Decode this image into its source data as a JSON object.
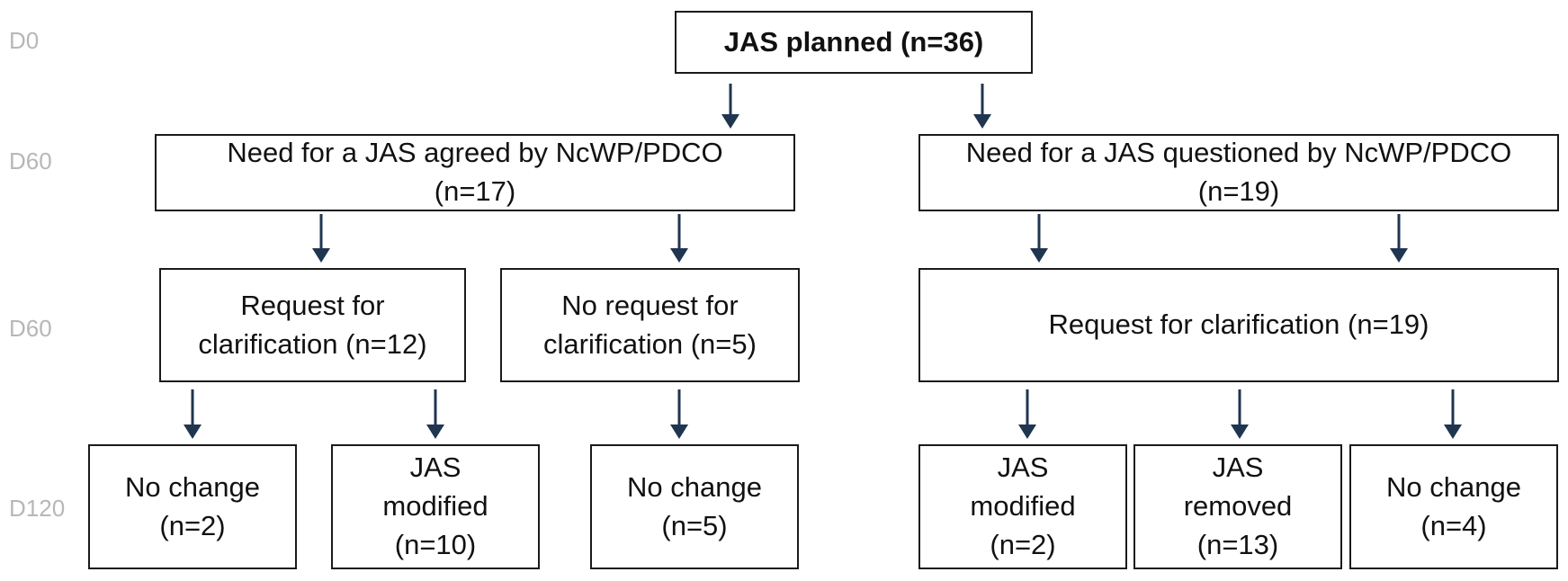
{
  "stages": {
    "d0": "D0",
    "d60a": "D60",
    "d60b": "D60",
    "d120": "D120"
  },
  "arrow_color": "#1f3550",
  "root": {
    "text": "JAS planned (n=36)"
  },
  "agreed": {
    "line1": "Need for a JAS agreed by NcWP/PDCO",
    "line2": "(n=17)"
  },
  "questioned": {
    "line1": "Need for a JAS questioned by NcWP/PDCO",
    "line2": "(n=19)"
  },
  "agreed_request": {
    "line1": "Request for",
    "line2": "clarification (n=12)"
  },
  "agreed_no_request": {
    "line1": "No request for",
    "line2": "clarification (n=5)"
  },
  "questioned_request": {
    "text": "Request for clarification (n=19)"
  },
  "outcome_a1": {
    "line1": "No change",
    "line2": "(n=2)"
  },
  "outcome_a2": {
    "line1": "JAS",
    "line2": "modified",
    "line3": "(n=10)"
  },
  "outcome_a3": {
    "line1": "No change",
    "line2": "(n=5)"
  },
  "outcome_q1": {
    "line1": "JAS",
    "line2": "modified",
    "line3": "(n=2)"
  },
  "outcome_q2": {
    "line1": "JAS",
    "line2": "removed",
    "line3": "(n=13)"
  },
  "outcome_q3": {
    "line1": "No change",
    "line2": "(n=4)"
  }
}
